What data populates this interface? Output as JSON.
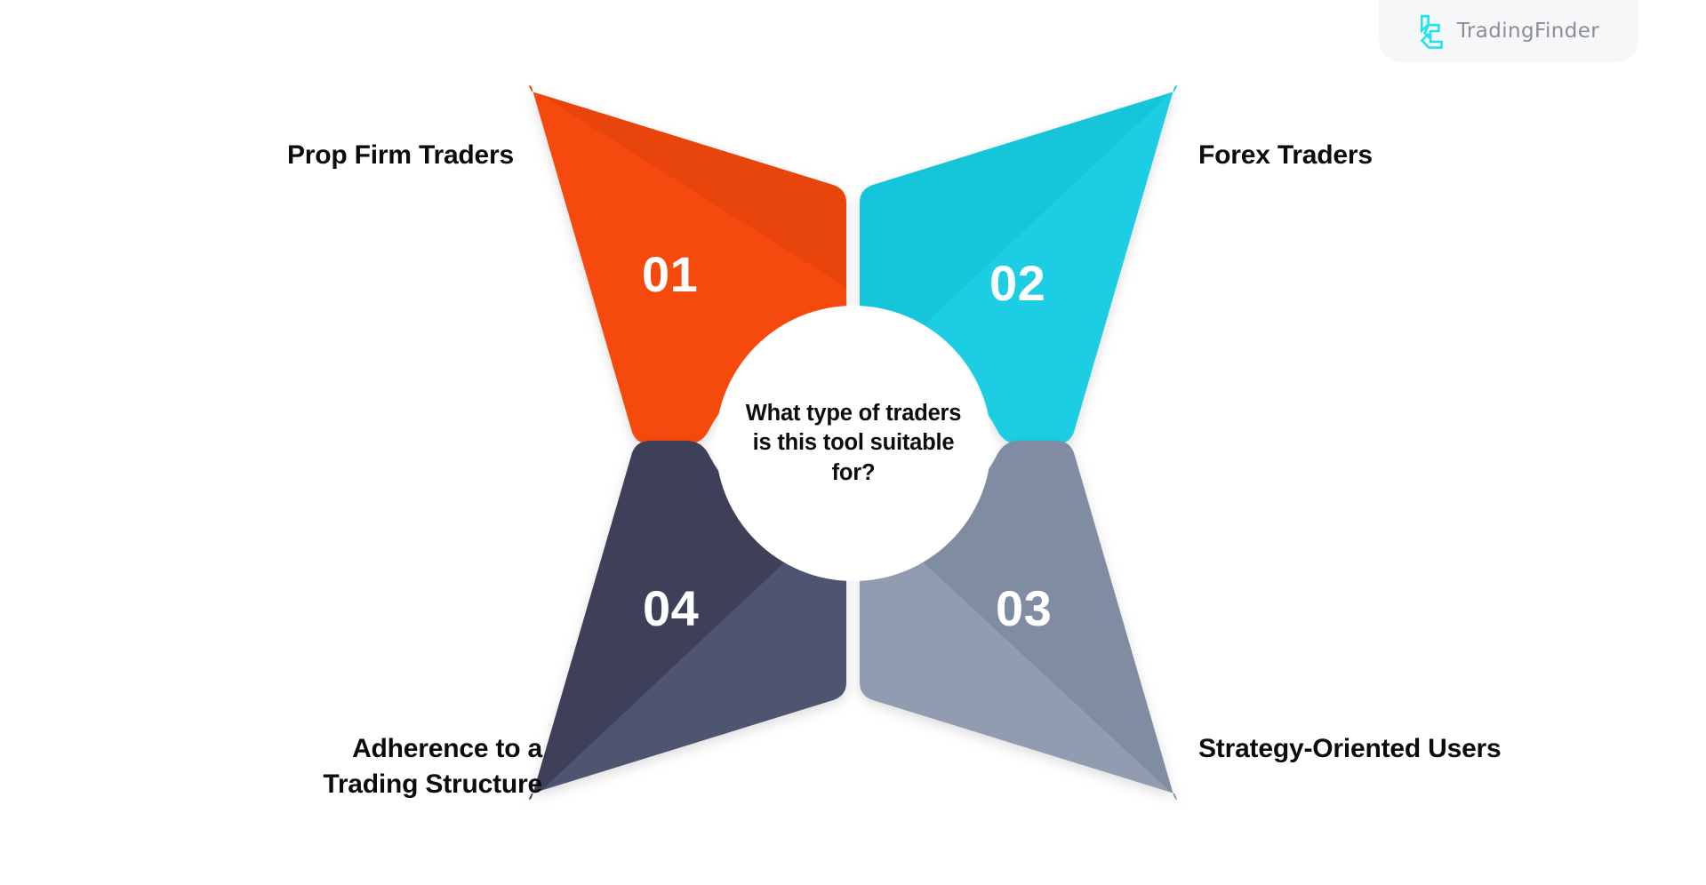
{
  "brand": {
    "logo_icon": "tradingfinder-logo-icon",
    "name": "TradingFinder",
    "logo_color": "#20e3f0",
    "text_color": "#8b8f94"
  },
  "center": {
    "question": "What type of traders\nis this tool suitable for?"
  },
  "background": "#ffffff",
  "petals": [
    {
      "number": "01",
      "label": "Prop Firm Traders",
      "color": "#f6490f",
      "color_shade": "#e23f0b",
      "position": "top-left"
    },
    {
      "number": "02",
      "label": "Forex Traders",
      "color": "#1ccde3",
      "color_shade": "#18bed4",
      "position": "top-right"
    },
    {
      "number": "03",
      "label": "Strategy-Oriented Users",
      "color": "#8b97ad",
      "color_shade": "#7c88a0",
      "position": "bottom-right"
    },
    {
      "number": "04",
      "label": "Adherence to a\nTrading Structure",
      "color": "#414462",
      "color_shade": "#555a76",
      "position": "bottom-left"
    }
  ]
}
